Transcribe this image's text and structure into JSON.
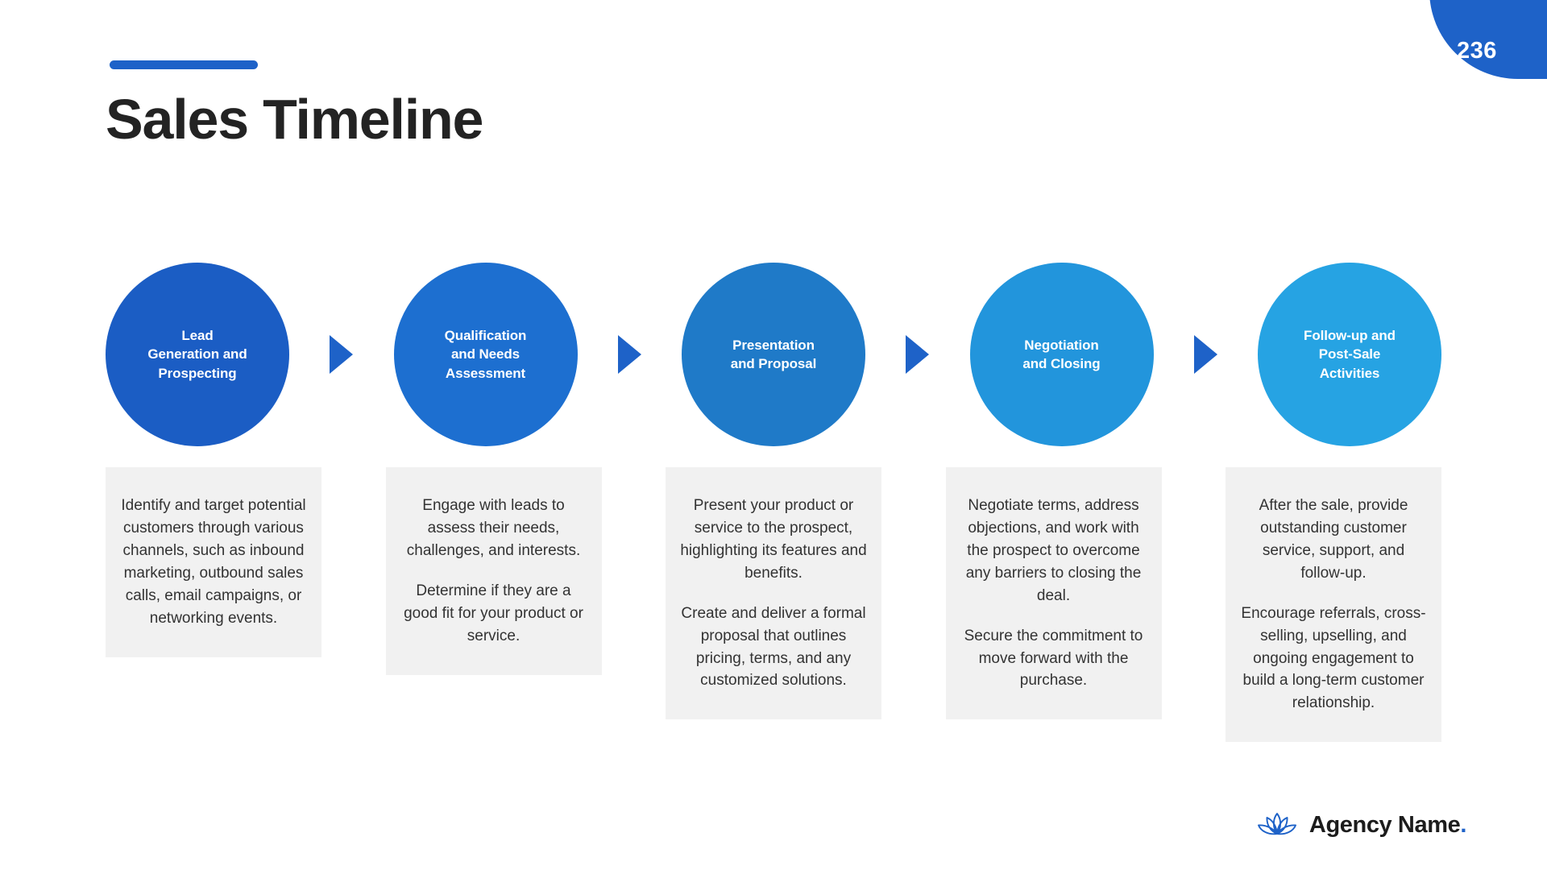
{
  "badge": {
    "page_number": "236",
    "color": "#1E62C8"
  },
  "header": {
    "title": "Sales Timeline",
    "accent_color": "#1E62C8"
  },
  "timeline": {
    "arrow_color": "#1E62C8",
    "stages": [
      {
        "label": "Lead\nGeneration and\nProspecting",
        "color": "#1B5DC4",
        "paragraphs": [
          "Identify and target potential customers through various channels, such as inbound marketing, outbound sales calls, email campaigns, or networking events."
        ]
      },
      {
        "label": "Qualification\nand Needs\nAssessment",
        "color": "#1D6FD0",
        "paragraphs": [
          "Engage with leads to assess their needs, challenges, and interests.",
          "Determine if they are a good fit for your product or service."
        ]
      },
      {
        "label": "Presentation\nand Proposal",
        "color": "#1F7AC8",
        "paragraphs": [
          "Present your product or service to the prospect, highlighting its features and benefits.",
          "Create and deliver a formal proposal that outlines pricing, terms, and any customized solutions."
        ]
      },
      {
        "label": "Negotiation\nand Closing",
        "color": "#2295DC",
        "paragraphs": [
          "Negotiate terms, address objections, and work with the prospect to overcome any barriers to closing the deal.",
          "Secure the commitment to move forward with the purchase."
        ]
      },
      {
        "label": "Follow-up and\nPost-Sale\nActivities",
        "color": "#26A3E3",
        "paragraphs": [
          "After the sale, provide outstanding customer service, support, and follow-up.",
          "Encourage referrals, cross-selling, upselling, and ongoing engagement to build a long-term customer relationship."
        ]
      }
    ],
    "box_background": "#F1F1F1"
  },
  "footer": {
    "brand_name": "Agency Name",
    "brand_dot": ".",
    "logo_color": "#1E62C8"
  }
}
